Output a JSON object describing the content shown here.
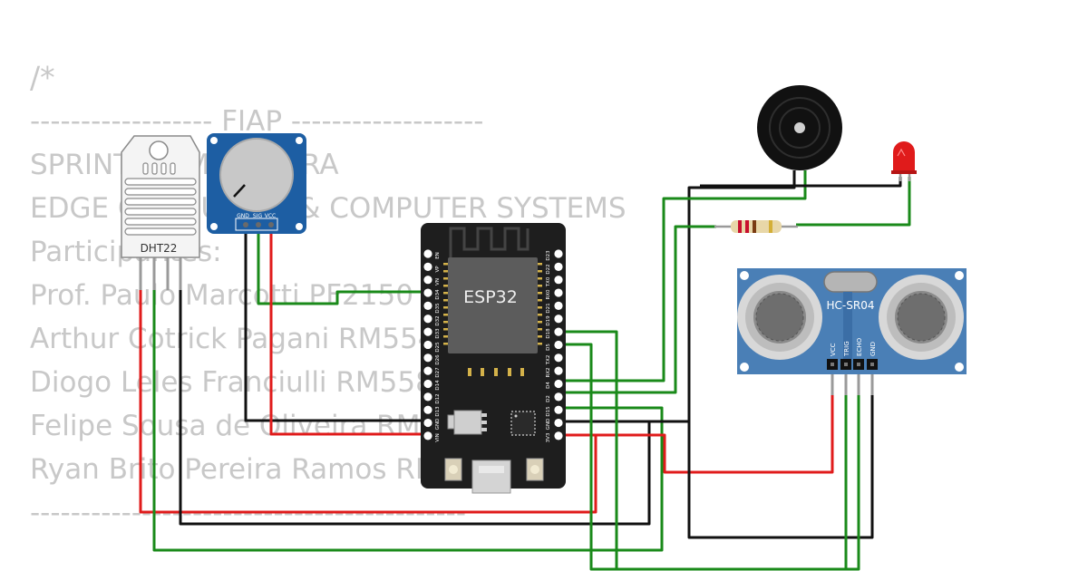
{
  "sketch_comment": {
    "lines": [
      "/*",
      "------------------ FIAP -------------------",
      "SPRINT 3 - MAHINDRA",
      "EDGE COMPUTING & COMPUTER SYSTEMS",
      "Participantes:",
      "Prof. Paulo Marcotti PF2150",
      "Arthur Cotrick Pagani RM554510",
      "Diogo Leles Franciulli RM558487",
      "Felipe Sousa de Oliveira RM559085",
      "Ryan Brito Pereira Ramos RM554497",
      "-------------------------------------------"
    ]
  },
  "components": {
    "dht22": {
      "label": "DHT22"
    },
    "potentiometer": {
      "pins": [
        "GND",
        "SIG",
        "VCC"
      ]
    },
    "esp32": {
      "label": "ESP32",
      "left_pins": [
        "EN",
        "VP",
        "VN",
        "D34",
        "D35",
        "D32",
        "D33",
        "D25",
        "D26",
        "D27",
        "D14",
        "D12",
        "D13",
        "GND",
        "VIN"
      ],
      "right_pins": [
        "D23",
        "D22",
        "TX0",
        "RX0",
        "D21",
        "D19",
        "D18",
        "D5",
        "TX2",
        "RX2",
        "D4",
        "D2",
        "D15",
        "GND",
        "3V3"
      ]
    },
    "buzzer": {
      "label": ""
    },
    "led": {
      "color": "#e01b1b"
    },
    "resistor": {
      "label": ""
    },
    "hc_sr04": {
      "label": "HC-SR04",
      "pins": [
        "VCC",
        "TRIG",
        "ECHO",
        "GND"
      ]
    }
  },
  "wire_colors": {
    "red": "#e01b1b",
    "black": "#111111",
    "green": "#1a8a1a"
  }
}
